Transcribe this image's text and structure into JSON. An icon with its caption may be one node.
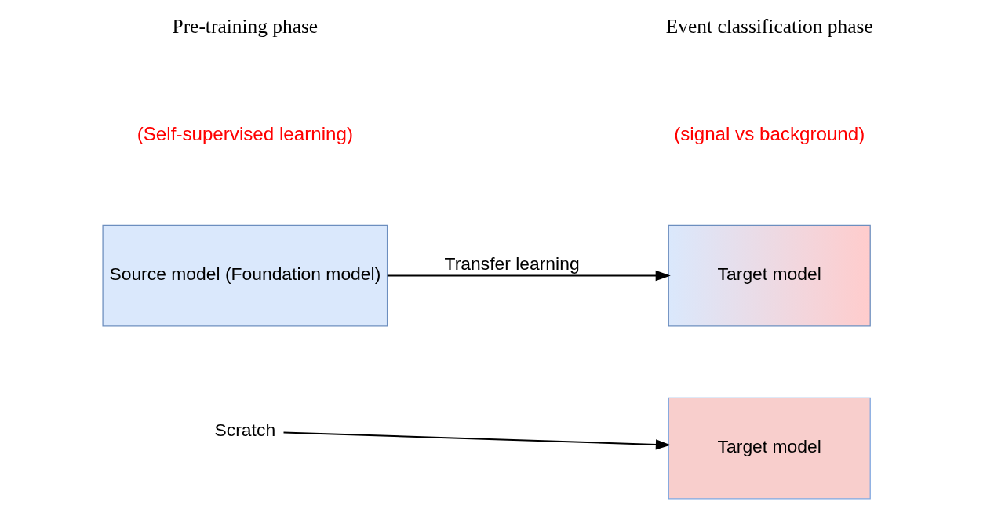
{
  "diagram": {
    "nodes": [
      {
        "text": [
          "Source model (Foundation model)"
        ]
      },
      {
        "text": [
          "Target model"
        ]
      },
      {
        "text": [
          "Scratch"
        ]
      },
      {
        "text": [
          "Target model"
        ]
      }
    ],
    "edges": [
      {
        "from": 0,
        "to": 1,
        "arrow": "to",
        "label": "Transfer learning"
      },
      {
        "from": 2,
        "to": 3,
        "arrow": "to"
      }
    ],
    "labels": [
      "Pre-training phase",
      "(Self-supervised learning)",
      "Event classification phase",
      "(signal vs background)"
    ]
  }
}
